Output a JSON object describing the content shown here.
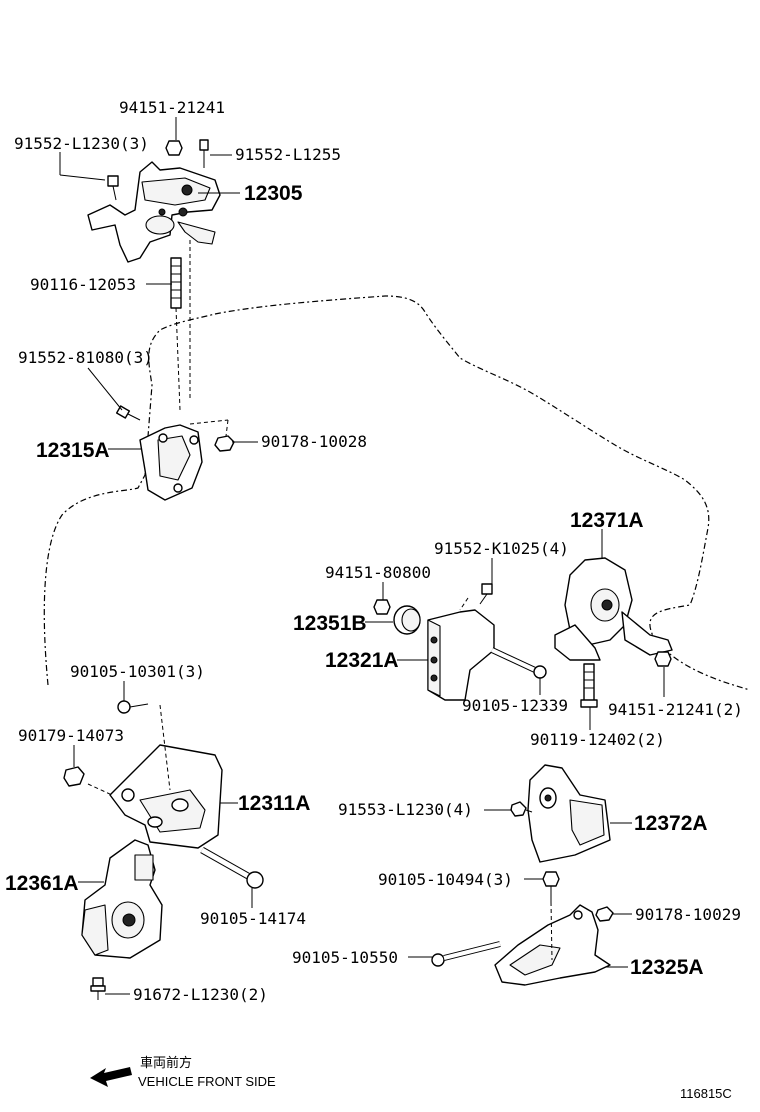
{
  "labels": {
    "p94151_21241": "94151-21241",
    "p91552_L1230_3": "91552-L1230(3)",
    "p91552_L1255": "91552-L1255",
    "p12305": "12305",
    "p90116_12053": "90116-12053",
    "p91552_81080_3": "91552-81080(3)",
    "p12315A": "12315A",
    "p90178_10028": "90178-10028",
    "p12371A": "12371A",
    "p91552_K1025_4": "91552-K1025(4)",
    "p94151_80800": "94151-80800",
    "p12351B": "12351B",
    "p12321A": "12321A",
    "p90105_12339": "90105-12339",
    "p94151_21241_2": "94151-21241(2)",
    "p90119_12402_2": "90119-12402(2)",
    "p90105_10301_3": "90105-10301(3)",
    "p90179_14073": "90179-14073",
    "p12311A": "12311A",
    "p91553_L1230_4": "91553-L1230(4)",
    "p12372A": "12372A",
    "p12361A": "12361A",
    "p90105_14174": "90105-14174",
    "p90105_10494_3": "90105-10494(3)",
    "p90178_10029": "90178-10029",
    "p90105_10550": "90105-10550",
    "p12325A": "12325A",
    "p91672_L1230_2": "91672-L1230(2)"
  },
  "footer": {
    "direction_jp": "車両前方",
    "direction_en": "VEHICLE FRONT SIDE",
    "illustration_id": "116815C"
  }
}
